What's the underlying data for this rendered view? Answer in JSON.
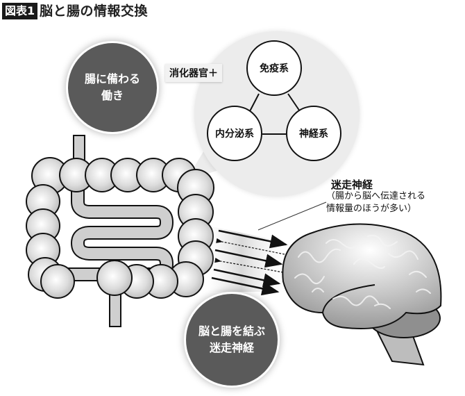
{
  "header": {
    "badge": "図表1",
    "title": "脳と腸の情報交換"
  },
  "gut_functions": {
    "circle_label": "腸に備わる\n働き",
    "prefix_label": "消化器官＋",
    "systems": [
      {
        "label": "免疫系"
      },
      {
        "label": "内分泌系"
      },
      {
        "label": "神経系"
      }
    ]
  },
  "vagus_note": {
    "title": "迷走神経",
    "description": "（腸から脳へ伝達される\n 情報量のほうが多い）"
  },
  "bottom_circle": {
    "label": "脳と腸を結ぶ\n迷走神経"
  },
  "arrows": {
    "gut_to_brain_count": 4,
    "brain_to_gut_dashed_count": 2
  },
  "colors": {
    "dark_circle": "#5a5a5a",
    "bubble_bg": "#ececec",
    "organ_gray": "#cfcfcf",
    "outline": "#111111"
  }
}
